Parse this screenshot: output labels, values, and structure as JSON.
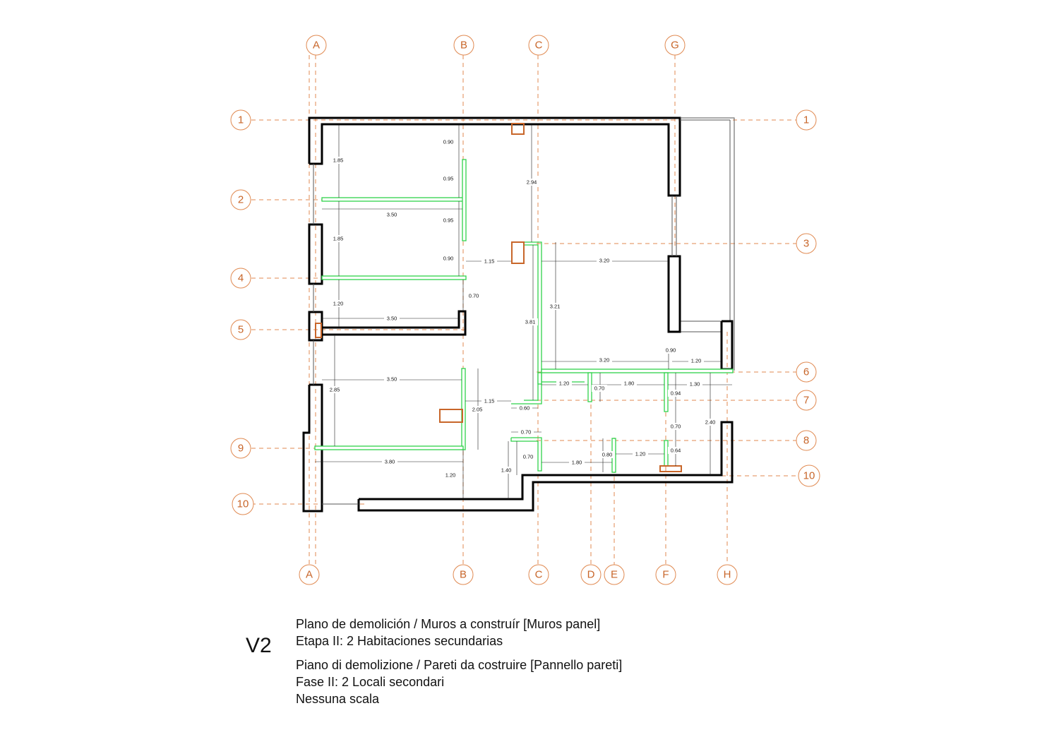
{
  "sheet": {
    "code": "V2",
    "title_es": "Plano de demolición / Muros a construír [Muros panel]",
    "stage_es": "Etapa II: 2 Habitaciones secundarias",
    "title_it": "Piano di demolizione / Pareti da costruire [Pannello pareti]",
    "stage_it": "Fase II: 2 Locali secondari",
    "scale_it": "Nessuna scala"
  },
  "grid": {
    "top_labels": [
      "A",
      "B",
      "C",
      "G"
    ],
    "bottom_labels": [
      "A",
      "B",
      "C",
      "D",
      "E",
      "F",
      "H"
    ],
    "left_labels": [
      "1",
      "2",
      "4",
      "5",
      "9",
      "10"
    ],
    "right_labels": [
      "1",
      "3",
      "6",
      "7",
      "8",
      "10"
    ]
  },
  "dimensions": {
    "d1": "1.85",
    "d2": "1.85",
    "d3": "1.20",
    "d4": "2.85",
    "d5": "0.90",
    "d6": "0.95",
    "d7": "0.95",
    "d8": "0.90",
    "d9": "3.50",
    "d10": "3.50",
    "d11": "3.50",
    "d12": "3.80",
    "d13": "1.20",
    "d14": "2.94",
    "d15": "1.15",
    "d16": "0.70",
    "d17": "1.15",
    "d18": "2.05",
    "d19": "0.60",
    "d20": "0.70",
    "d21": "0.70",
    "d22": "1.40",
    "d23": "3.81",
    "d24": "3.21",
    "d25": "3.20",
    "d26": "3.20",
    "d27": "0.90",
    "d28": "1.20",
    "d29": "1.20",
    "d30": "0.70",
    "d31": "1.80",
    "d32": "0.94",
    "d33": "1.30",
    "d34": "0.70",
    "d35": "2.40",
    "d36": "0.80",
    "d37": "1.80",
    "d38": "1.20",
    "d39": "0.64"
  },
  "colors": {
    "grid": "#e08a52",
    "existing_wall": "#000000",
    "new_wall": "#2fd24a",
    "column": "#c8662a"
  }
}
